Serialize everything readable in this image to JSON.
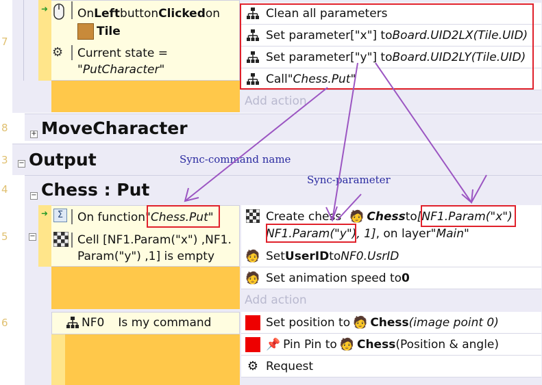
{
  "line_numbers": [
    "7",
    "8",
    "3",
    "4",
    "5",
    "6"
  ],
  "groups": {
    "move_character": "MoveCharacter",
    "output": "Output",
    "chess_put": "Chess : Put"
  },
  "event7": {
    "cond1_pre": "On ",
    "cond1_b1": "Left",
    "cond1_mid": " button ",
    "cond1_b2": "Clicked",
    "cond1_post": " on",
    "cond1_obj": "Tile",
    "cond2_line1": "Current state =",
    "cond2_line2": "\"PutCharacter\"",
    "actions": {
      "a1": "Clean all parameters",
      "a2_pre": "Set parameter[\"x\"] to ",
      "a2_it": "Board.UID2LX(Tile.UID)",
      "a3_pre": "Set parameter[\"y\"] to ",
      "a3_it": "Board.UID2LY(Tile.UID)",
      "a4_pre": "Call ",
      "a4_it": "\"Chess.Put\"",
      "add": "Add action"
    }
  },
  "event5": {
    "cond1_pre": "On function ",
    "cond1_it": "\"Chess.Put\"",
    "cond2_line1": "Cell [NF1.Param(\"x\") ,NF1.",
    "cond2_line2": "Param(\"y\") ,1] is empty",
    "actions": {
      "a1_pre": "Create chess ",
      "a1_obj": "Chess",
      "a1_mid": " to ",
      "a1_it1": "[NF1.Param(\"x\")",
      "a1_line2_it": "NF1.Param(\"y\")",
      "a1_line2_rest": ", 1]",
      "a1_line2_layer": ", on layer ",
      "a1_line2_layer_it": "\"Main\"",
      "a2_pre": "Set ",
      "a2_b": "UserID",
      "a2_mid": " to ",
      "a2_it": "NF0.UsrID",
      "a3_pre": "Set animation speed to ",
      "a3_b": "0",
      "add": "Add action"
    }
  },
  "event6": {
    "obj": "NF0",
    "cond": "Is my command",
    "actions": {
      "a1_pre": "Set position to ",
      "a1_obj": "Chess",
      "a1_it": " (image point 0)",
      "a2_pre": "Pin Pin to ",
      "a2_obj": "Chess",
      "a2_rest": " (Position & angle)",
      "a3": "Request"
    }
  },
  "annotations": {
    "sync_command_name": "Sync-command name",
    "sync_parameter": "Sync-parameter"
  },
  "colors": {
    "annotation_arrow": "#9b55c2",
    "highlight": "#e0202a",
    "event_orange": "#ffc84a",
    "group_bg": "#ecebf6"
  }
}
